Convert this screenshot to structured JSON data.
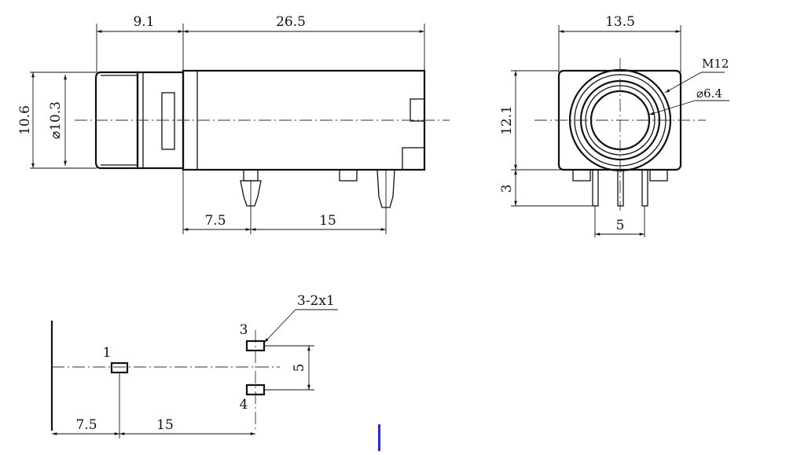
{
  "side_view": {
    "dim_top_left": "9.1",
    "dim_top_right": "26.5",
    "dim_left_outer": "10.6",
    "dim_left_inner": "⌀10.3",
    "dim_bottom_left": "7.5",
    "dim_bottom_right": "15"
  },
  "front_view": {
    "dim_width": "13.5",
    "dim_height": "12.1",
    "dim_pin": "3",
    "dim_pin_spacing": "5",
    "label_thread": "M12",
    "label_hole": "⌀6.4"
  },
  "pcb_layout": {
    "pad_callout": "3-2x1",
    "pad_1_label": "1",
    "pad_3_label": "3",
    "pad_4_label": "4",
    "dim_vertical": "5",
    "dim_bottom_left": "7.5",
    "dim_bottom_right": "15"
  },
  "colors": {
    "line": "#111111",
    "cursor": "#2b2bbf"
  }
}
